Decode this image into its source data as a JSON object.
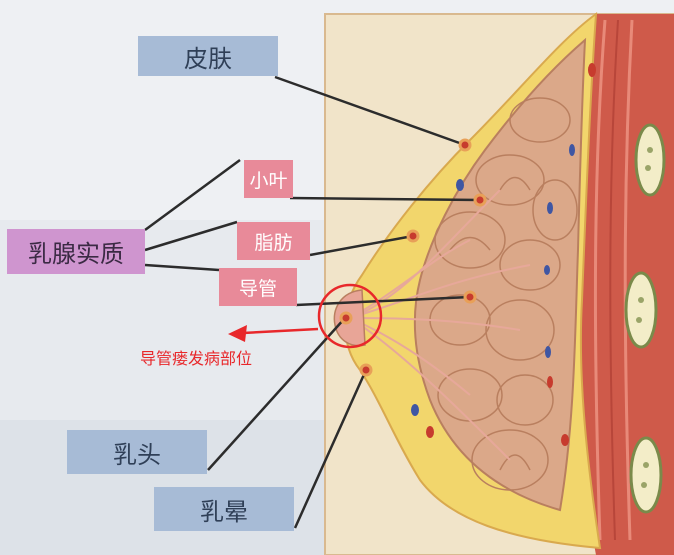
{
  "labels": {
    "skin": "皮肤",
    "lobule": "小叶",
    "fat": "脂肪",
    "duct": "导管",
    "breast_parenchyma": "乳腺实质",
    "nipple": "乳头",
    "areola": "乳晕"
  },
  "caption": "导管瘘发病部位",
  "colors": {
    "label_blue": "#a7bbd6",
    "label_pink": "#e88a99",
    "label_purple": "#cf95cf",
    "highlight_red": "#e8282b",
    "skin_panel": "#f1e4c9",
    "fat_yellow": "#f2d66c",
    "lobule_tan": "#dba889",
    "muscle_red": "#cf5a4a"
  }
}
